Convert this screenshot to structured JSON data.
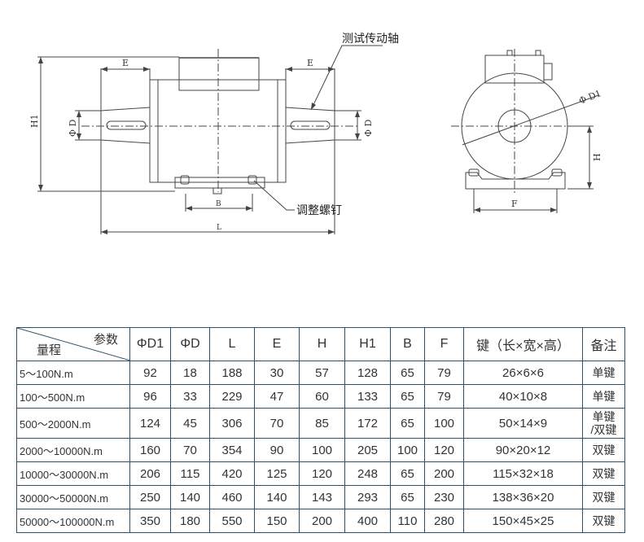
{
  "drawing": {
    "front_view": {
      "dim_E": "E",
      "dim_H1": "H1",
      "dim_D": "Φ D",
      "dim_B": "B",
      "dim_L": "L"
    },
    "side_view": {
      "dim_D1": "Φ D1",
      "dim_H": "H",
      "dim_F": "F"
    },
    "callouts": {
      "shaft": "测试传动轴",
      "screw": "调整螺钉"
    }
  },
  "table": {
    "corner_top": "参数",
    "corner_bottom": "量程",
    "headers": [
      "ΦD1",
      "ΦD",
      "L",
      "E",
      "H",
      "H1",
      "B",
      "F",
      "键（长×宽×高）",
      "备注"
    ],
    "rows": [
      {
        "range": "5～100N.m",
        "values": [
          "92",
          "18",
          "188",
          "30",
          "57",
          "128",
          "65",
          "79",
          "26×6×6"
        ],
        "note": "单键",
        "note2": ""
      },
      {
        "range": "100～500N.m",
        "values": [
          "96",
          "33",
          "229",
          "47",
          "60",
          "133",
          "65",
          "79",
          "40×10×8"
        ],
        "note": "单键",
        "note2": ""
      },
      {
        "range": "500～2000N.m",
        "values": [
          "124",
          "45",
          "306",
          "70",
          "85",
          "172",
          "65",
          "100",
          "50×14×9"
        ],
        "note": "单键",
        "note2": "/双键"
      },
      {
        "range": "2000～10000N.m",
        "values": [
          "160",
          "70",
          "354",
          "90",
          "100",
          "205",
          "100",
          "120",
          "90×20×12"
        ],
        "note": "双键",
        "note2": ""
      },
      {
        "range": "10000～30000N.m",
        "values": [
          "206",
          "115",
          "420",
          "125",
          "120",
          "248",
          "65",
          "200",
          "115×32×18"
        ],
        "note": "双键",
        "note2": ""
      },
      {
        "range": "30000～50000N.m",
        "values": [
          "250",
          "140",
          "460",
          "140",
          "143",
          "293",
          "65",
          "230",
          "138×36×20"
        ],
        "note": "双键",
        "note2": ""
      },
      {
        "range": "50000～100000N.m",
        "values": [
          "350",
          "180",
          "550",
          "150",
          "200",
          "400",
          "110",
          "280",
          "150×45×25"
        ],
        "note": "双键",
        "note2": ""
      }
    ]
  }
}
